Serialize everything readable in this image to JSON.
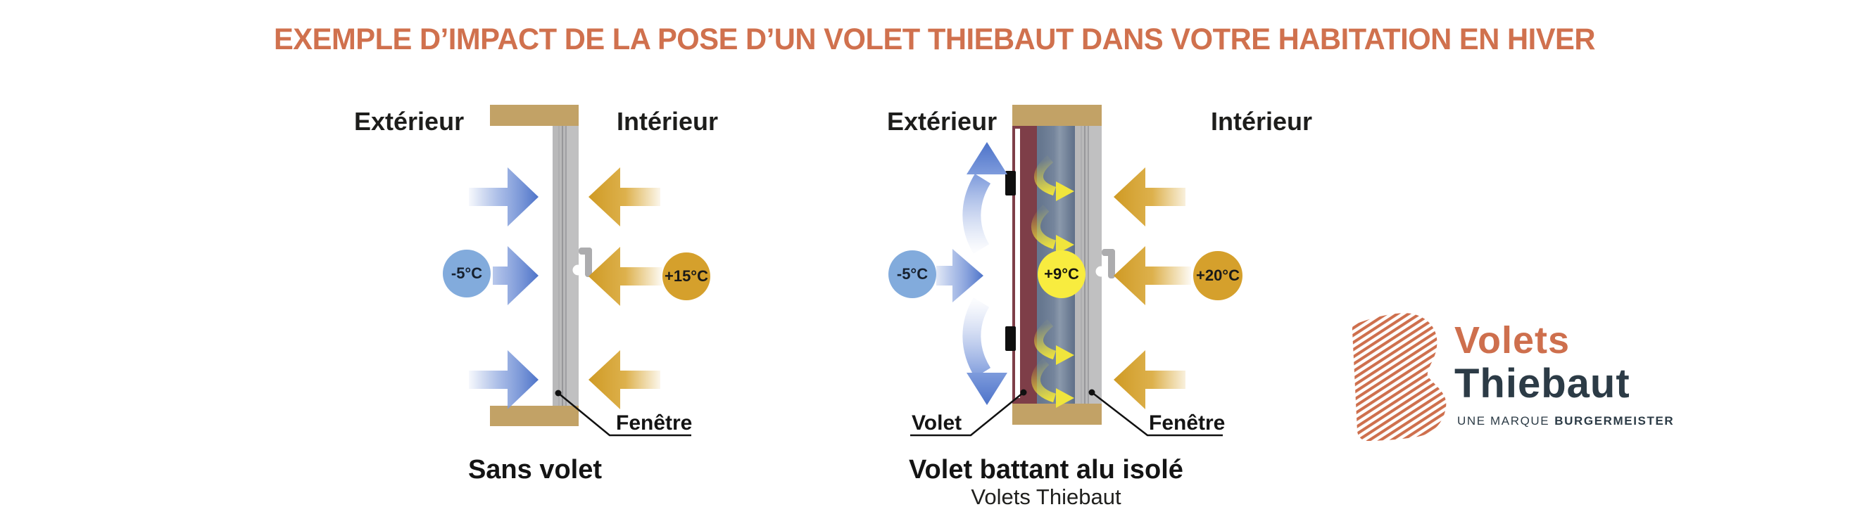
{
  "title": "EXEMPLE D’IMPACT DE LA POSE D’UN VOLET THIEBAUT DANS VOTRE HABITATION EN HIVER",
  "colors": {
    "accent_orange": "#D0714E",
    "navy": "#2C3B46",
    "warm_arrow_gold": "#D5A02C",
    "cold_arrow_blue": "#4D73C9",
    "cold_badge_blue": "#82ABDC",
    "gap_badge_yellow": "#F8EC3F",
    "wood_sill": "#C2A266",
    "shutter_maroon": "#7E3E48",
    "air_gap_slate": "#6E7E95",
    "window_gray": "#B9B9BA"
  },
  "left_diagram": {
    "exterior_label": "Extérieur",
    "interior_label": "Intérieur",
    "outside_temp": "-5°C",
    "inside_temp": "+15°C",
    "window_label": "Fenêtre",
    "caption": "Sans volet"
  },
  "right_diagram": {
    "exterior_label": "Extérieur",
    "interior_label": "Intérieur",
    "outside_temp": "-5°C",
    "gap_temp": "+9°C",
    "inside_temp": "+20°C",
    "shutter_label": "Volet",
    "window_label": "Fenêtre",
    "caption": "Volet battant alu isolé",
    "subcaption": "Volets Thiebaut"
  },
  "logo": {
    "brand_line1": "Volets",
    "brand_line2": "Thiebaut",
    "tagline_prefix": "UNE MARQUE",
    "tagline_brand": "BURGERMEISTER"
  }
}
